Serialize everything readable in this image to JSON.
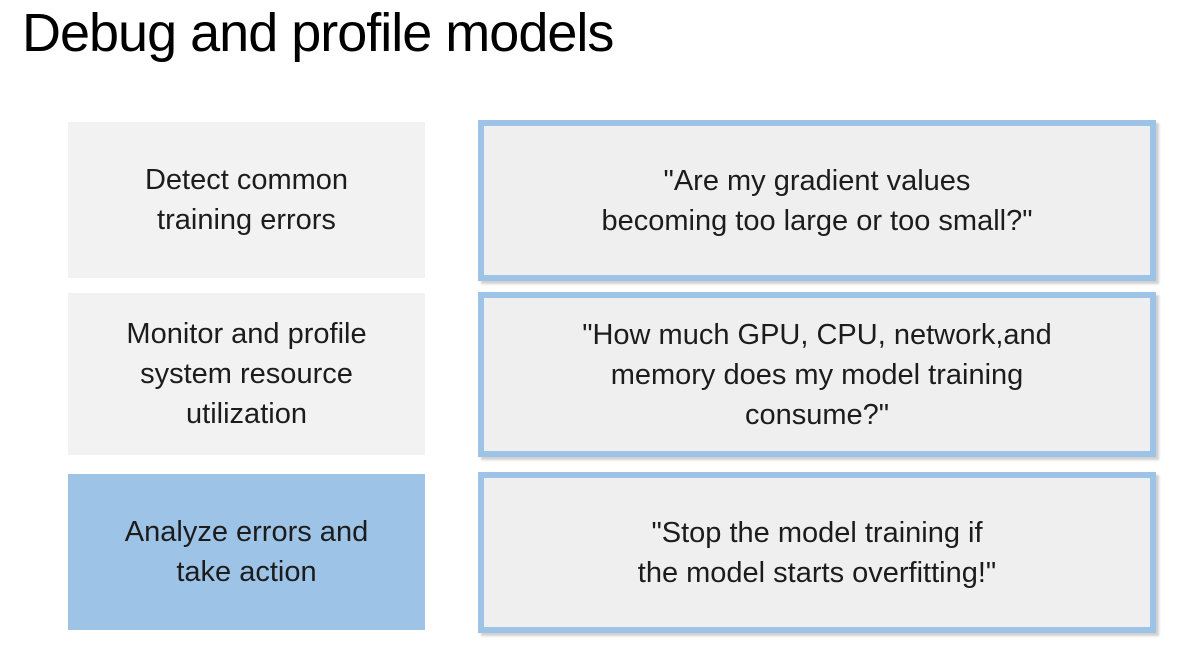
{
  "title": "Debug and profile models",
  "rows": [
    {
      "label": "Detect common\ntraining errors",
      "quote": "\"Are my gradient values\nbecoming too large or too small?\"",
      "highlighted": false
    },
    {
      "label": "Monitor and profile\nsystem resource\nutilization",
      "quote": "\"How much GPU, CPU, network,and\nmemory does my model training\nconsume?\"",
      "highlighted": false
    },
    {
      "label": "Analyze errors and\ntake action",
      "quote": "\"Stop the model training if\nthe model starts overfitting!\"",
      "highlighted": true
    }
  ],
  "colors": {
    "accent_blue": "#9dc3e6",
    "stage_box_gray": "#f2f2f2",
    "quote_box_background": "#efefef",
    "text": "#1c1c1c",
    "title": "#000000",
    "background": "#ffffff"
  }
}
